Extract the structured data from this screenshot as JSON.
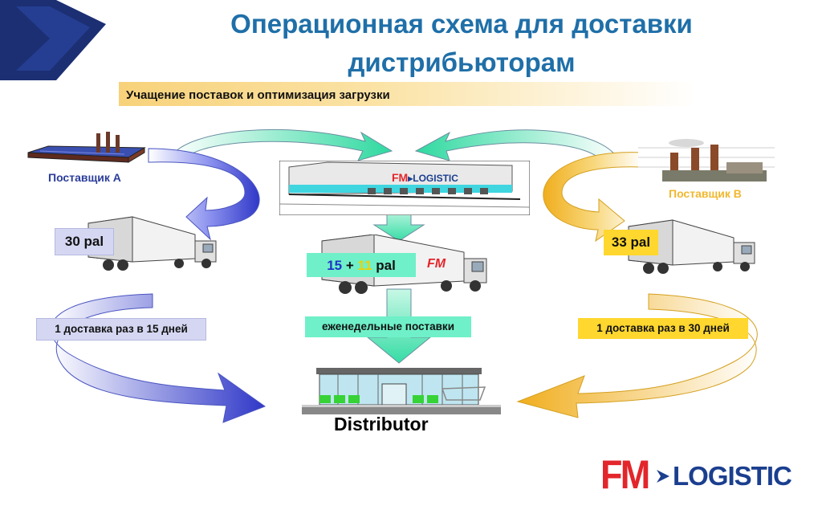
{
  "title": "Операционная схема для доставки дистрибьюторам",
  "subtitle": "Учащение поставок и оптимизация загрузки",
  "supplier_a": {
    "label": "Поставщик А",
    "pallets": "30 pal",
    "frequency": "1 доставка раз в 15 дней"
  },
  "supplier_b": {
    "label": "Поставщик В",
    "pallets": "33 pal",
    "frequency": "1 доставка раз в 30 дней"
  },
  "center": {
    "pallets_a": "15",
    "plus": "+",
    "pallets_b": "11",
    "unit": "pal",
    "frequency": "еженедельные поставки",
    "truck_mark": "FM"
  },
  "warehouse_sign": {
    "fm": "FM",
    "logistic": "LOGISTIC"
  },
  "distributor": {
    "label": "Distributor"
  },
  "logo": {
    "fm": "FM",
    "logistic": "LOGISTIC"
  },
  "colors": {
    "title": "#1f6fa8",
    "blue_flow": "#3b43c9",
    "gold_flow": "#f2b72e",
    "teal_flow": "#48e0b0",
    "logo_red": "#e3262b",
    "logo_blue": "#1b3f8f"
  }
}
